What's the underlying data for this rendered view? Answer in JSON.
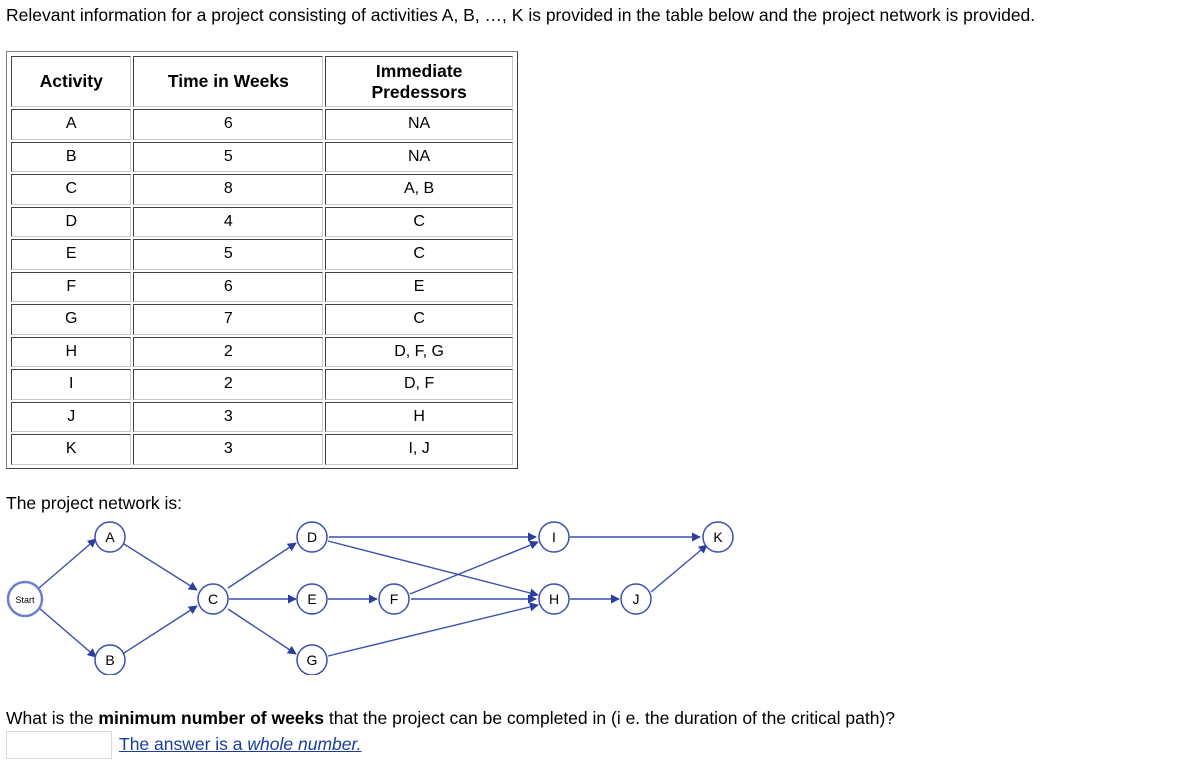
{
  "intro": "Relevant information for a project consisting of activities A, B, …, K is provided in the table below and the project network is provided.",
  "table": {
    "headers": [
      "Activity",
      "Time in Weeks",
      "Immediate Predessors"
    ],
    "header_lines": [
      "Immediate",
      "Predessors"
    ],
    "rows": [
      [
        "A",
        "6",
        "NA"
      ],
      [
        "B",
        "5",
        "NA"
      ],
      [
        "C",
        "8",
        "A, B"
      ],
      [
        "D",
        "4",
        "C"
      ],
      [
        "E",
        "5",
        "C"
      ],
      [
        "F",
        "6",
        "E"
      ],
      [
        "G",
        "7",
        "C"
      ],
      [
        "H",
        "2",
        "D, F, G"
      ],
      [
        "I",
        "2",
        "D, F"
      ],
      [
        "J",
        "3",
        "H"
      ],
      [
        "K",
        "3",
        "I, J"
      ]
    ]
  },
  "network": {
    "title": "The project network is:",
    "nodes": [
      "Start",
      "A",
      "B",
      "C",
      "D",
      "E",
      "F",
      "G",
      "I",
      "H",
      "J",
      "K"
    ],
    "edge_color": "#3a4fb0",
    "node_stroke": "#3a4fb0",
    "start_stroke": "#6a7fd0"
  },
  "question": {
    "prefix": "What is the ",
    "bold": "minimum number of weeks",
    "suffix": " that the project can be completed in (i e. the duration of the critical path)?",
    "hint_plain": "The answer is a ",
    "hint_italic": "whole number."
  }
}
